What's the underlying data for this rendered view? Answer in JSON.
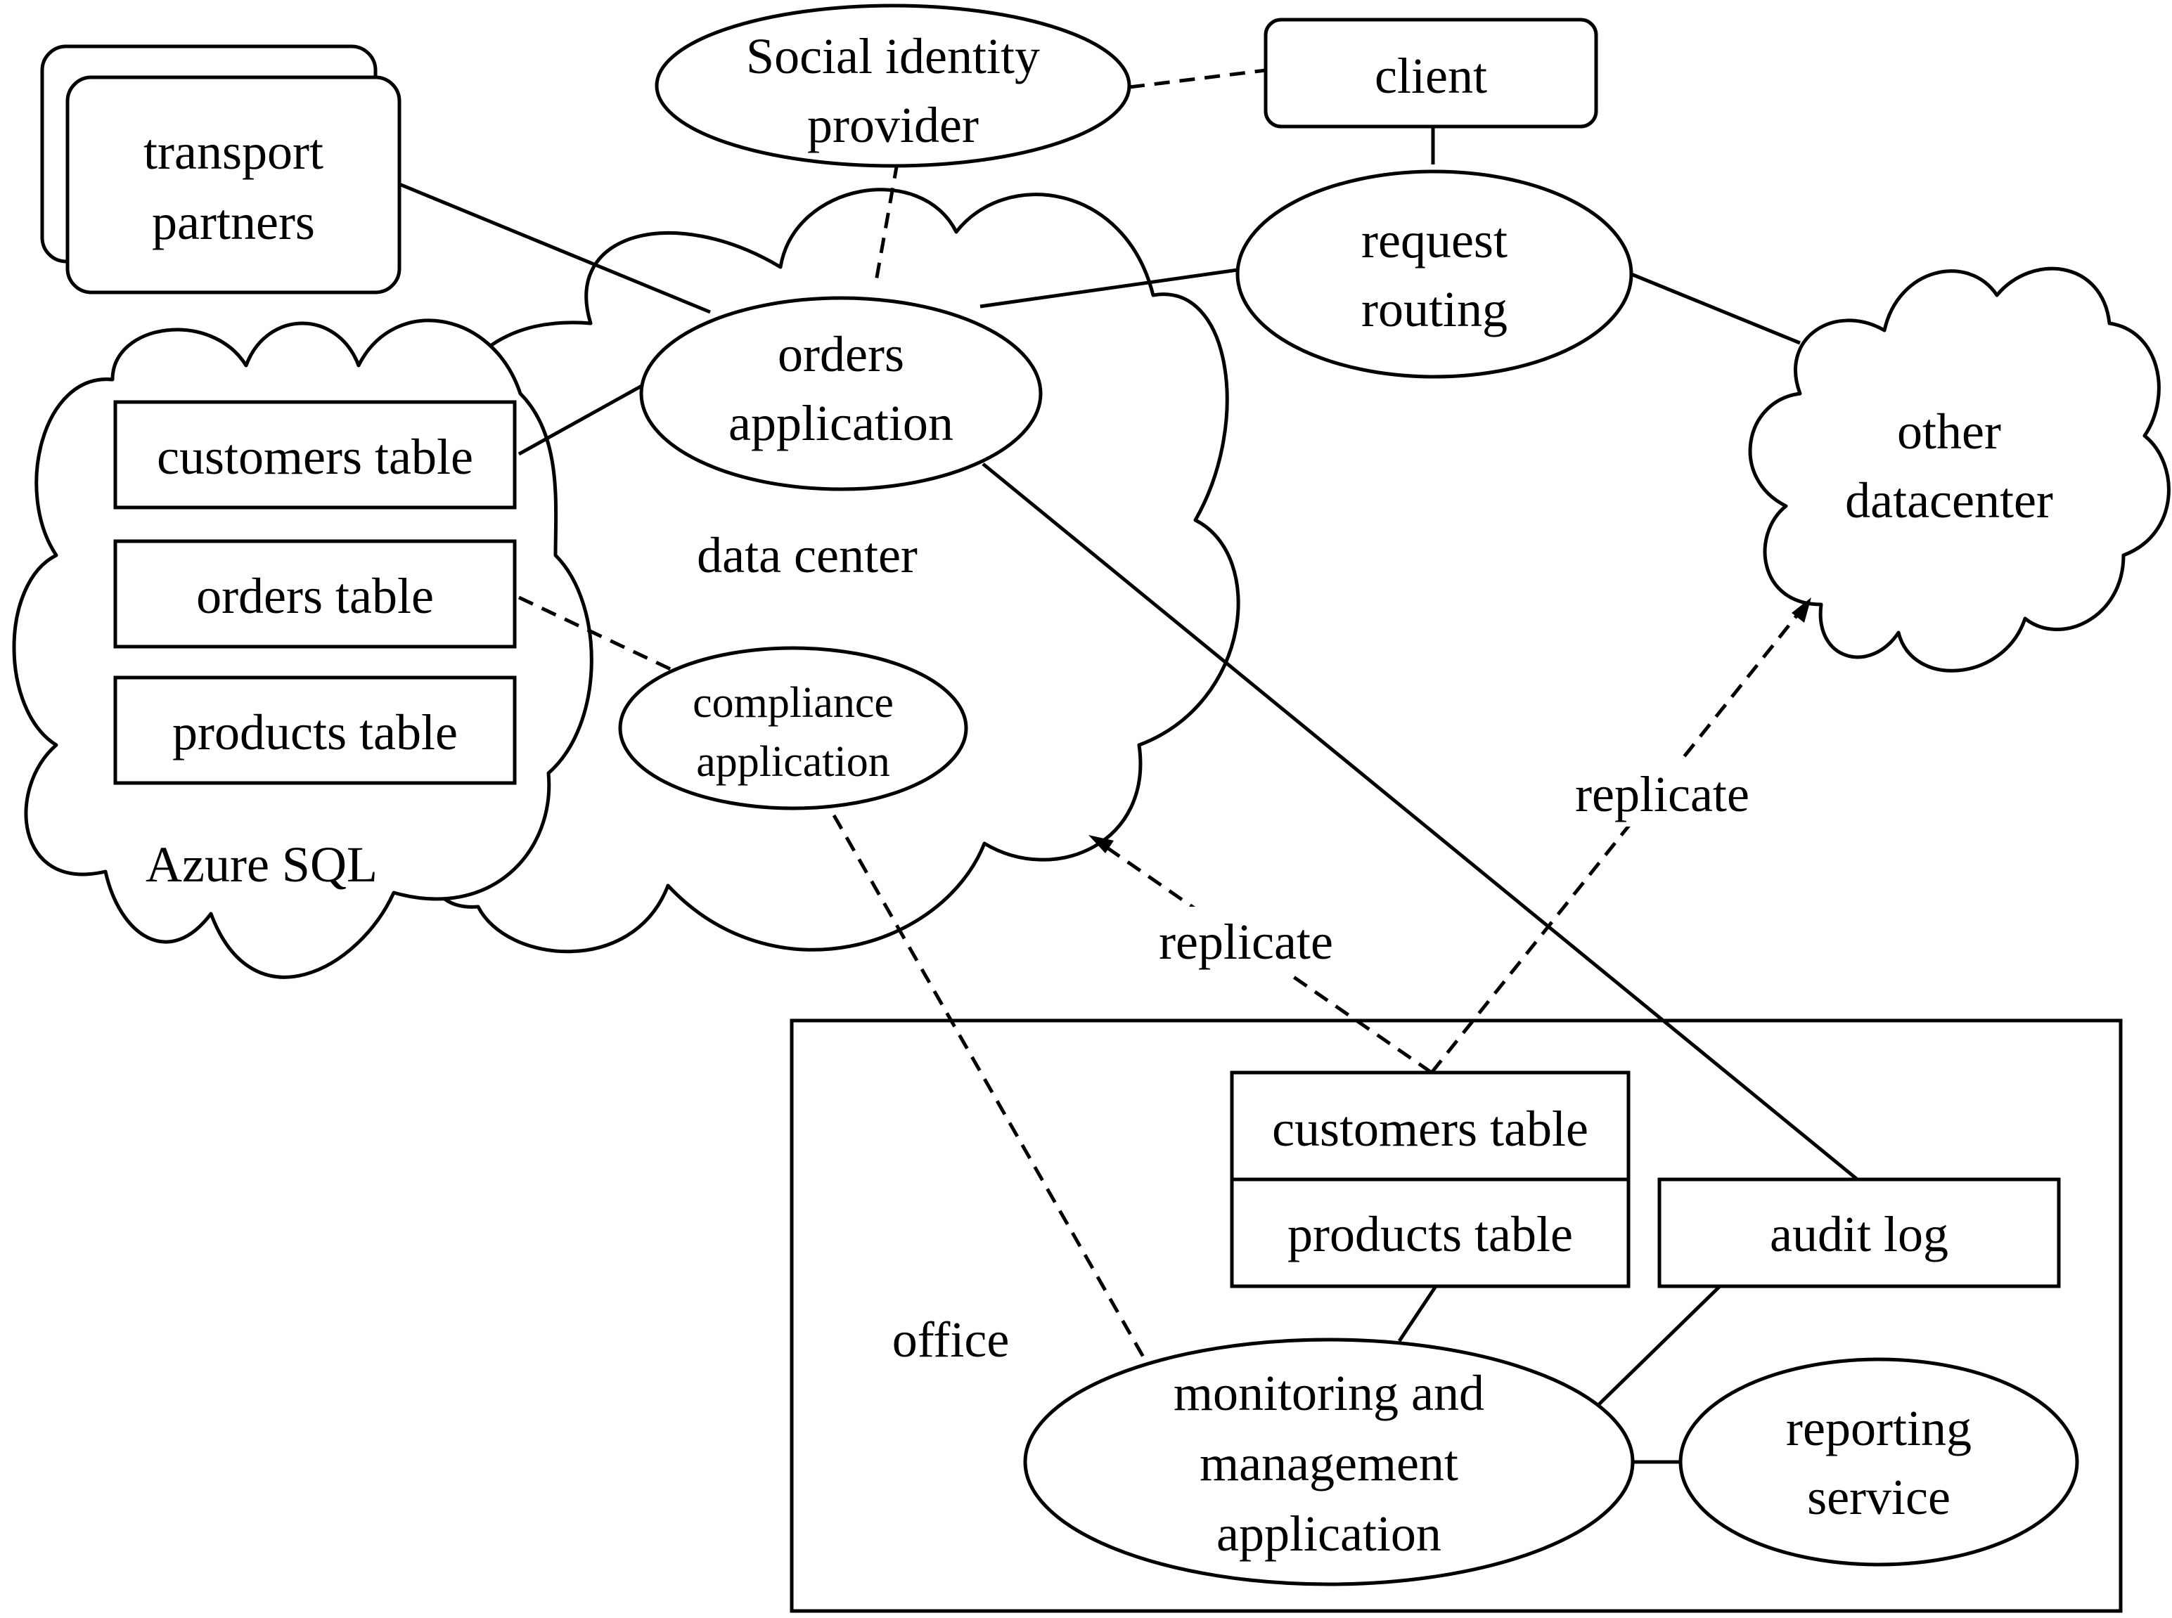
{
  "colors": {
    "stroke": "#000000",
    "fill": "#ffffff",
    "background": "#ffffff"
  },
  "nodes": {
    "transport_partners": [
      "transport",
      "partners"
    ],
    "social_identity_provider": [
      "Social identity",
      "provider"
    ],
    "client": "client",
    "request_routing": [
      "request",
      "routing"
    ],
    "other_datacenter": [
      "other",
      "datacenter"
    ],
    "orders_application": [
      "orders",
      "application"
    ],
    "compliance_application": [
      "compliance",
      "application"
    ],
    "data_center_label": "data center",
    "azure_sql_label": "Azure SQL",
    "azure_tables": [
      "customers table",
      "orders table",
      "products table"
    ],
    "office_label": "office",
    "office_tables": [
      "customers table",
      "products table"
    ],
    "audit_log": "audit log",
    "monitoring_app": [
      "monitoring and",
      "management",
      "application"
    ],
    "reporting_service": [
      "reporting",
      "service"
    ]
  },
  "edges": {
    "replicate_to_datacenter": "replicate",
    "replicate_to_other": "replicate"
  }
}
